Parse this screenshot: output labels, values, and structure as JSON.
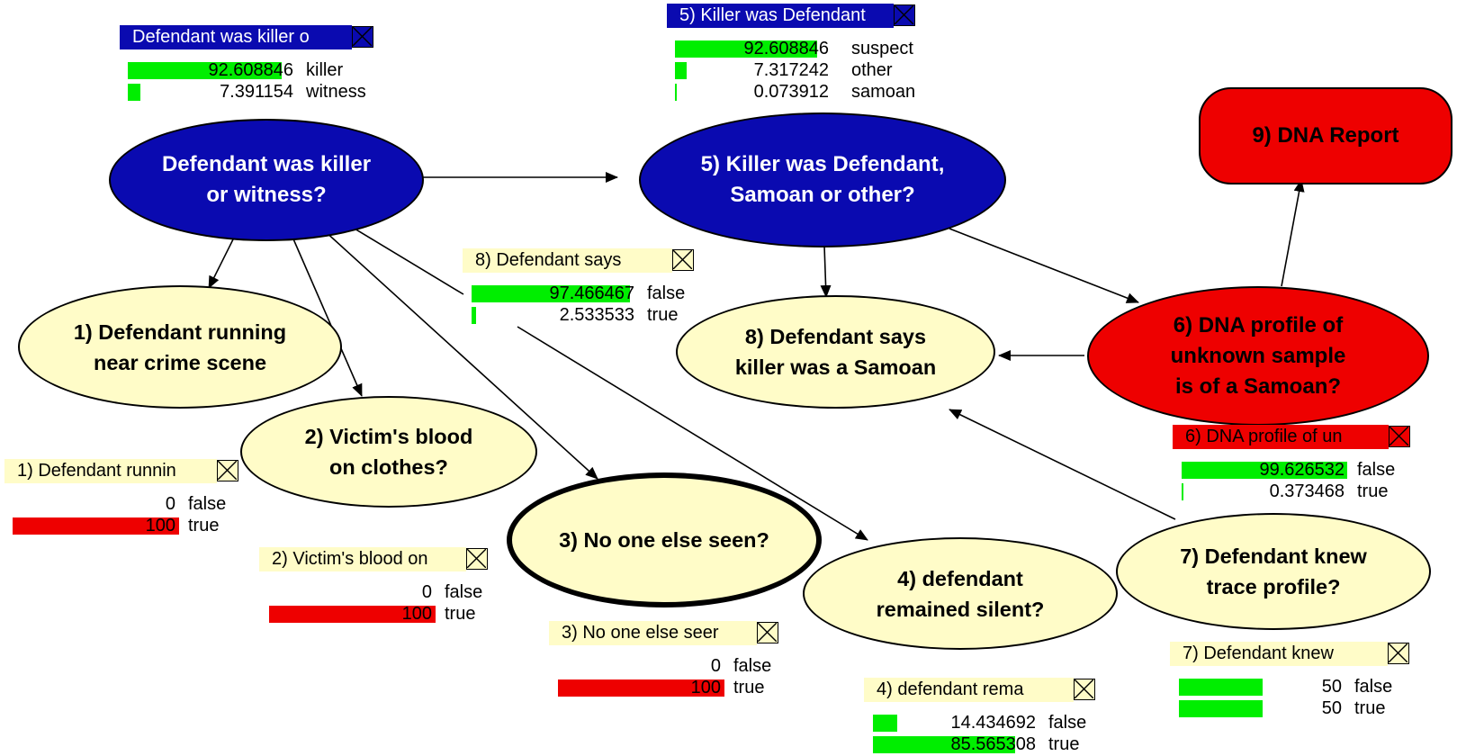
{
  "colors": {
    "blue_node": "#0a0ab0",
    "yellow_node": "#fffcc8",
    "red_node": "#ee0000",
    "bar_green": "#00ee00",
    "bar_red": "#ee0000"
  },
  "nodes": [
    {
      "id": "n0",
      "label": "Defendant was killer\nor witness?",
      "style": "blue"
    },
    {
      "id": "n5",
      "label": "5) Killer was Defendant,\nSamoan or other?",
      "style": "blue"
    },
    {
      "id": "n9",
      "label": "9) DNA Report",
      "style": "red rect"
    },
    {
      "id": "n1",
      "label": "1) Defendant running\nnear crime scene",
      "style": "yellow"
    },
    {
      "id": "n2",
      "label": "2) Victim's blood\non clothes?",
      "style": "yellow"
    },
    {
      "id": "n3",
      "label": "3) No one else seen?",
      "style": "yellow thick"
    },
    {
      "id": "n4",
      "label": "4) defendant\nremained silent?",
      "style": "yellow"
    },
    {
      "id": "n8",
      "label": "8) Defendant says\nkiller was a Samoan",
      "style": "yellow"
    },
    {
      "id": "n6",
      "label": "6) DNA profile of\nunknown sample\nis of a Samoan?",
      "style": "red"
    },
    {
      "id": "n7",
      "label": "7) Defendant knew\ntrace profile?",
      "style": "yellow"
    }
  ],
  "monitors": [
    {
      "id": "m0",
      "title": "Defendant was killer o",
      "style": "blue",
      "rows": [
        {
          "value": "92.608846",
          "state": "killer",
          "pct": 92.608846,
          "color": "green"
        },
        {
          "value": "7.391154",
          "state": "witness",
          "pct": 7.391154,
          "color": "green"
        }
      ]
    },
    {
      "id": "m5",
      "title": "5) Killer was Defendant",
      "style": "blue",
      "rows": [
        {
          "value": "92.608846",
          "state": "suspect",
          "pct": 92.608846,
          "color": "green"
        },
        {
          "value": "7.317242",
          "state": "other",
          "pct": 7.317242,
          "color": "green"
        },
        {
          "value": "0.073912",
          "state": "samoan",
          "pct": 0.073912,
          "color": "green"
        }
      ]
    },
    {
      "id": "m8",
      "title": "8) Defendant says",
      "style": "yellow",
      "rows": [
        {
          "value": "97.466467",
          "state": "false",
          "pct": 97.466467,
          "color": "green"
        },
        {
          "value": "2.533533",
          "state": "true",
          "pct": 2.533533,
          "color": "green"
        }
      ]
    },
    {
      "id": "m1",
      "title": "1) Defendant runnin",
      "style": "yellow",
      "rows": [
        {
          "value": "0",
          "state": "false",
          "pct": 0,
          "color": "red"
        },
        {
          "value": "100",
          "state": "true",
          "pct": 100,
          "color": "red"
        }
      ]
    },
    {
      "id": "m2",
      "title": "2) Victim's blood on",
      "style": "yellow",
      "rows": [
        {
          "value": "0",
          "state": "false",
          "pct": 0,
          "color": "red"
        },
        {
          "value": "100",
          "state": "true",
          "pct": 100,
          "color": "red"
        }
      ]
    },
    {
      "id": "m3",
      "title": "3) No one else seer",
      "style": "yellow",
      "rows": [
        {
          "value": "0",
          "state": "false",
          "pct": 0,
          "color": "red"
        },
        {
          "value": "100",
          "state": "true",
          "pct": 100,
          "color": "red"
        }
      ]
    },
    {
      "id": "m4",
      "title": "4) defendant  rema",
      "style": "yellow",
      "rows": [
        {
          "value": "14.434692",
          "state": "false",
          "pct": 14.434692,
          "color": "green"
        },
        {
          "value": "85.565308",
          "state": "true",
          "pct": 85.565308,
          "color": "green"
        }
      ]
    },
    {
      "id": "m6",
      "title": "6) DNA profile of un",
      "style": "red",
      "rows": [
        {
          "value": "99.626532",
          "state": "false",
          "pct": 99.626532,
          "color": "green"
        },
        {
          "value": "0.373468",
          "state": "true",
          "pct": 0.373468,
          "color": "green"
        }
      ]
    },
    {
      "id": "m7",
      "title": "7) Defendant knew",
      "style": "yellow",
      "rows": [
        {
          "value": "50",
          "state": "false",
          "pct": 50,
          "color": "green"
        },
        {
          "value": "50",
          "state": "true",
          "pct": 50,
          "color": "green"
        }
      ]
    }
  ]
}
